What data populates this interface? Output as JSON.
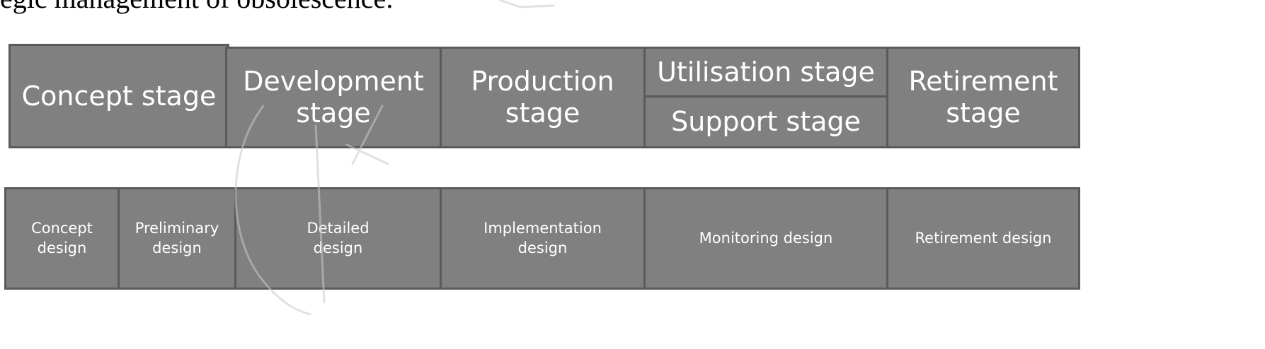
{
  "caption_fragment": "egic management of obsolescence.",
  "stages": {
    "concept": "Concept stage",
    "development": "Development\nstage",
    "production": "Production\nstage",
    "utilisation": "Utilisation stage",
    "support": "Support stage",
    "retirement": "Retirement\nstage"
  },
  "designs": {
    "concept": "Concept\ndesign",
    "preliminary": "Preliminary\ndesign",
    "detailed": "Detailed\ndesign",
    "implementation": "Implementation\ndesign",
    "monitoring": "Monitoring design",
    "retirement": "Retirement design"
  },
  "colors": {
    "box_fill": "#808080",
    "box_border": "#5a5a5a",
    "text": "#ffffff",
    "watermark": "#c9c9c9"
  }
}
